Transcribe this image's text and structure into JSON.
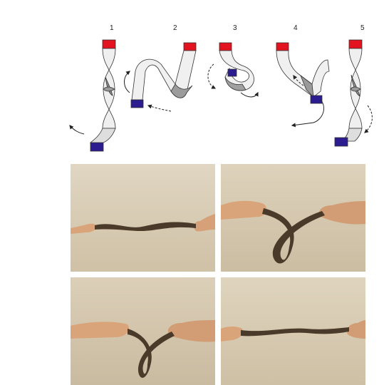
{
  "diagram": {
    "steps": [
      "1",
      "2",
      "3",
      "4",
      "5"
    ],
    "colors": {
      "end_a": "#e3131f",
      "end_b": "#2b1c8f",
      "strip_light": "#f2f2f2",
      "strip_shade": "#9a9a9a",
      "outline": "#333333"
    }
  },
  "photos": {
    "panels": [
      {
        "description_icon": "twisted-strip-straight-icon"
      },
      {
        "description_icon": "strip-loop-down-icon"
      },
      {
        "description_icon": "strip-loop-down-icon"
      },
      {
        "description_icon": "twisted-strip-straight-icon"
      }
    ],
    "colors": {
      "backdrop": "#d8ccb4",
      "strip": "#4a3a2a",
      "skin": "#d9a47a"
    }
  }
}
